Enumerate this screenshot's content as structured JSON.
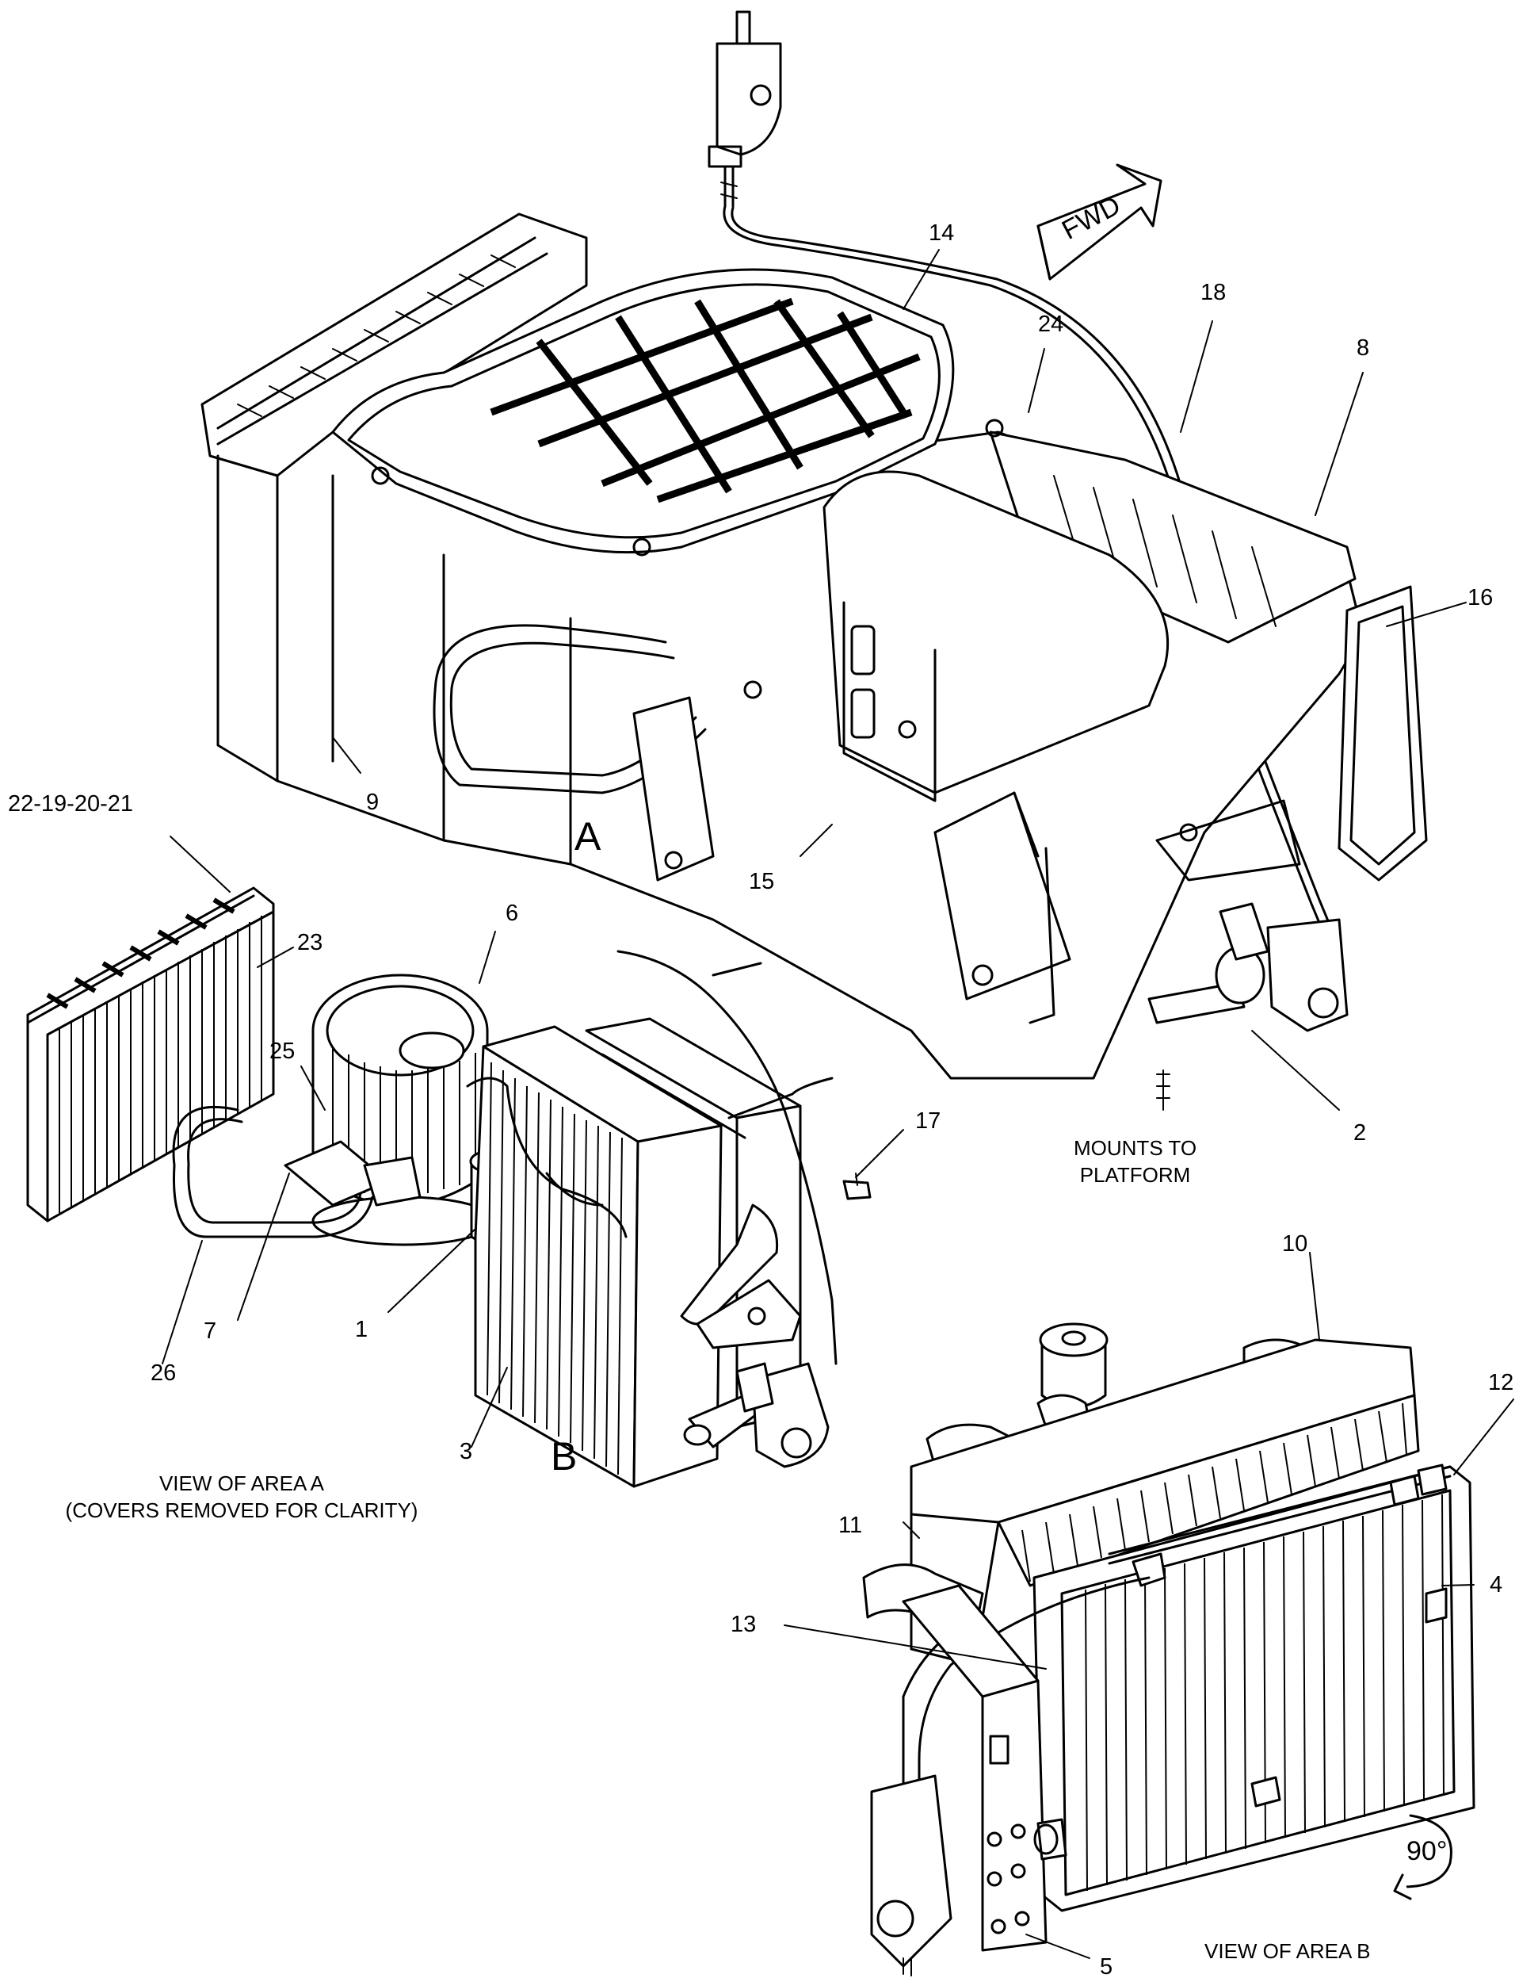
{
  "labels": {
    "c1": "1",
    "c2": "2",
    "c3": "3",
    "c4": "4",
    "c5": "5",
    "c6": "6",
    "c7": "7",
    "c8": "8",
    "c9": "9",
    "c10": "10",
    "c11": "11",
    "c12": "12",
    "c13": "13",
    "c14": "14",
    "c15": "15",
    "c16": "16",
    "c17": "17",
    "c18": "18",
    "c22": "22-19-20-21",
    "c23": "23",
    "c24": "24",
    "c25": "25",
    "c26": "26"
  },
  "area_labels": {
    "a": "A",
    "b": "B"
  },
  "direction": {
    "text": "FWD",
    "rotation": "90°"
  },
  "notes": {
    "mounts_1": "MOUNTS TO",
    "mounts_2": "PLATFORM",
    "view_a_1": "VIEW OF AREA  A",
    "view_a_2": "(COVERS REMOVED FOR CLARITY)",
    "view_b": "VIEW OF AREA  B"
  }
}
